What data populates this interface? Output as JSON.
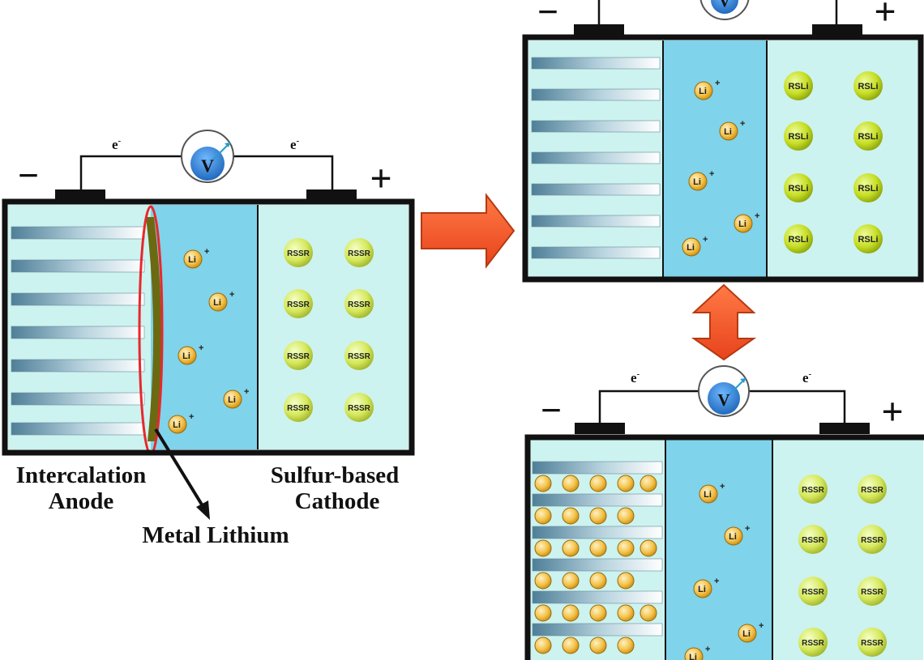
{
  "labels": {
    "electron": "e",
    "electron_sup": "-",
    "voltmeter": "V",
    "minus": "−",
    "plus": "+",
    "anode_line1": "Intercalation",
    "anode_line2": "Anode",
    "cathode_line1": "Sulfur-based",
    "cathode_line2": "Cathode",
    "metal_lithium": "Metal Lithium",
    "li_ion": "Li",
    "li_ion_sup": "+",
    "rssr": "RSSR",
    "rsli": "RSLi"
  },
  "colors": {
    "battery_outline": "#111111",
    "electrolyte": "#7fd3ea",
    "cathode_region": "#ccf3ef",
    "anode_stripe_dark": "#5f8ea6",
    "anode_stripe_light": "#ffffff",
    "metal_lithium_layer": "#6b6a12",
    "highlight_ellipse": "#e8282c",
    "arrow_orange": "#f2582a",
    "arrow_outline": "#b53a12",
    "sulfur_sphere": "#d7ea56",
    "rsli_sphere": "#c8e028",
    "li_ion": "#f3c24a",
    "li_intercalated": "#f0b640",
    "voltmeter_blue": "#2a7fd0"
  }
}
